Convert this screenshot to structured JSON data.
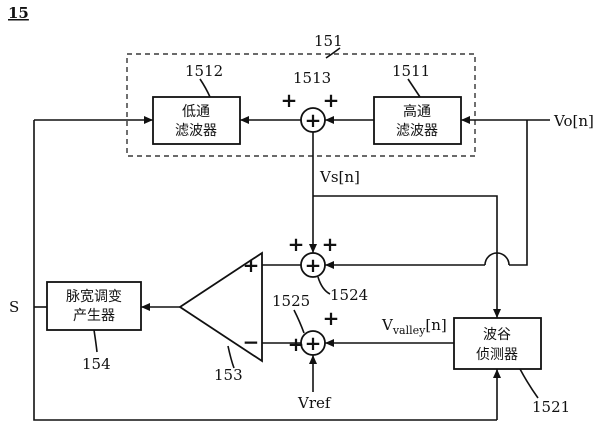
{
  "figure_label": "15",
  "group": {
    "id": "151"
  },
  "blocks": {
    "lowpass": {
      "id": "1512",
      "line1": "低通",
      "line2": "滤波器"
    },
    "highpass": {
      "id": "1511",
      "line1": "高通",
      "line2": "滤波器"
    },
    "pwm": {
      "id": "154",
      "line1": "脉宽调变",
      "line2": "产生器"
    },
    "valley": {
      "id": "1521",
      "line1": "波谷",
      "line2": "侦测器"
    }
  },
  "summers": {
    "s1513": {
      "id": "1513",
      "sign_left": "+",
      "sign_right": "+"
    },
    "s1524": {
      "id": "1524",
      "sign_left": "+",
      "sign_right": "+"
    },
    "s1525": {
      "id": "1525",
      "sign_left": "+",
      "sign_right": "+"
    }
  },
  "comparator": {
    "id": "153",
    "plus": "+",
    "minus": "−"
  },
  "signals": {
    "vo": "Vo[n]",
    "vs": "Vs[n]",
    "s": "S",
    "vref": "Vref",
    "vvalley_main": "V",
    "vvalley_sub": "valley",
    "vvalley_tail": "[n]"
  }
}
